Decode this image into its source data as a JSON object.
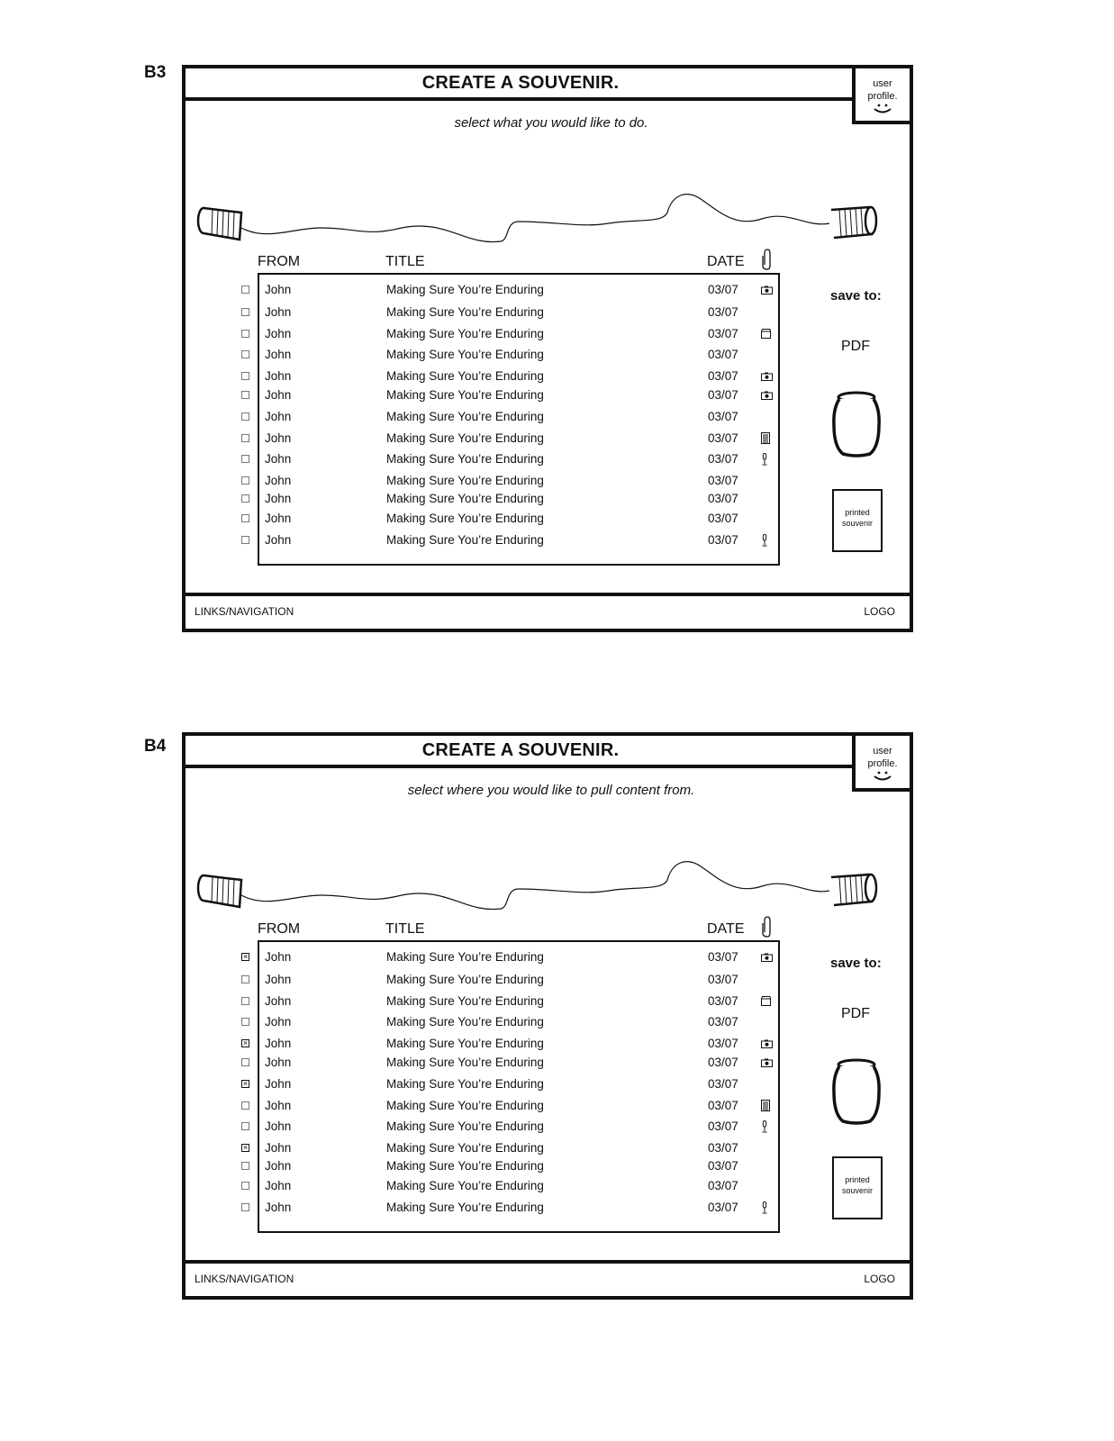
{
  "boards": [
    {
      "label": "B3",
      "title": "CREATE A SOUVENIR.",
      "profile_line1": "user",
      "profile_line2": "profile.",
      "subtitle": "select what you would like to do.",
      "columns": {
        "from": "FROM",
        "title": "TITLE",
        "date": "DATE"
      },
      "rows": [
        {
          "from": "John",
          "title": "Making Sure You’re Enduring",
          "date": "03/07",
          "attachment": "camera-icon",
          "checked": false
        },
        {
          "from": "John",
          "title": "Making Sure You’re Enduring",
          "date": "03/07",
          "attachment": "",
          "checked": false
        },
        {
          "from": "John",
          "title": "Making Sure You’re Enduring",
          "date": "03/07",
          "attachment": "clapperboard-icon",
          "checked": false
        },
        {
          "from": "John",
          "title": "Making Sure You’re Enduring",
          "date": "03/07",
          "attachment": "",
          "checked": false
        },
        {
          "from": "John",
          "title": "Making Sure You’re Enduring",
          "date": "03/07",
          "attachment": "camera-icon",
          "checked": false
        },
        {
          "from": "John",
          "title": "Making Sure You’re Enduring",
          "date": "03/07",
          "attachment": "camera-icon",
          "checked": false
        },
        {
          "from": "John",
          "title": "Making Sure You’re Enduring",
          "date": "03/07",
          "attachment": "",
          "checked": false
        },
        {
          "from": "John",
          "title": "Making Sure You’re Enduring",
          "date": "03/07",
          "attachment": "document-icon",
          "checked": false
        },
        {
          "from": "John",
          "title": "Making Sure You’re Enduring",
          "date": "03/07",
          "attachment": "microphone-icon",
          "checked": false
        },
        {
          "from": "John",
          "title": "Making Sure You’re Enduring",
          "date": "03/07",
          "attachment": "",
          "checked": false
        },
        {
          "from": "John",
          "title": "Making Sure You’re Enduring",
          "date": "03/07",
          "attachment": "",
          "checked": false
        },
        {
          "from": "John",
          "title": "Making Sure You’re Enduring",
          "date": "03/07",
          "attachment": "",
          "checked": false
        },
        {
          "from": "John",
          "title": "Making Sure You’re Enduring",
          "date": "03/07",
          "attachment": "microphone-icon",
          "checked": false
        }
      ],
      "save_to": "save to:",
      "pdf": "PDF",
      "printed_line1": "printed",
      "printed_line2": "souvenir",
      "footer_nav": "LINKS/NAVIGATION",
      "footer_logo": "LOGO"
    },
    {
      "label": "B4",
      "title": "CREATE A SOUVENIR.",
      "profile_line1": "user",
      "profile_line2": "profile.",
      "subtitle": "select where you would like to pull content from.",
      "columns": {
        "from": "FROM",
        "title": "TITLE",
        "date": "DATE"
      },
      "rows": [
        {
          "from": "John",
          "title": "Making Sure You’re Enduring",
          "date": "03/07",
          "attachment": "camera-icon",
          "checked": true
        },
        {
          "from": "John",
          "title": "Making Sure You’re Enduring",
          "date": "03/07",
          "attachment": "",
          "checked": false
        },
        {
          "from": "John",
          "title": "Making Sure You’re Enduring",
          "date": "03/07",
          "attachment": "clapperboard-icon",
          "checked": false
        },
        {
          "from": "John",
          "title": "Making Sure You’re Enduring",
          "date": "03/07",
          "attachment": "",
          "checked": false
        },
        {
          "from": "John",
          "title": "Making Sure You’re Enduring",
          "date": "03/07",
          "attachment": "camera-icon",
          "checked": true
        },
        {
          "from": "John",
          "title": "Making Sure You’re Enduring",
          "date": "03/07",
          "attachment": "camera-icon",
          "checked": false
        },
        {
          "from": "John",
          "title": "Making Sure You’re Enduring",
          "date": "03/07",
          "attachment": "",
          "checked": true
        },
        {
          "from": "John",
          "title": "Making Sure You’re Enduring",
          "date": "03/07",
          "attachment": "document-icon",
          "checked": false
        },
        {
          "from": "John",
          "title": "Making Sure You’re Enduring",
          "date": "03/07",
          "attachment": "microphone-icon",
          "checked": false
        },
        {
          "from": "John",
          "title": "Making Sure You’re Enduring",
          "date": "03/07",
          "attachment": "",
          "checked": true
        },
        {
          "from": "John",
          "title": "Making Sure You’re Enduring",
          "date": "03/07",
          "attachment": "",
          "checked": false
        },
        {
          "from": "John",
          "title": "Making Sure You’re Enduring",
          "date": "03/07",
          "attachment": "",
          "checked": false
        },
        {
          "from": "John",
          "title": "Making Sure You’re Enduring",
          "date": "03/07",
          "attachment": "microphone-icon",
          "checked": false
        }
      ],
      "save_to": "save to:",
      "pdf": "PDF",
      "printed_line1": "printed",
      "printed_line2": "souvenir",
      "footer_nav": "LINKS/NAVIGATION",
      "footer_logo": "LOGO"
    }
  ]
}
